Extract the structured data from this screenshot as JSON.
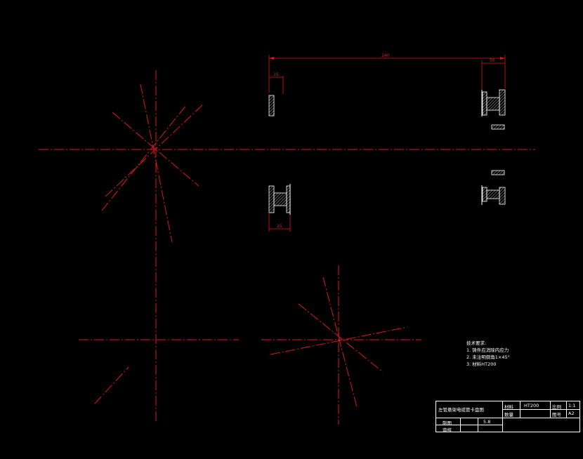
{
  "dimensions": {
    "overall": "240",
    "left_small": "15",
    "right_top": "50",
    "bottom_left": "25"
  },
  "technical_requirements": {
    "heading": "技术要求:",
    "items": [
      "1. 铸件应消除内应力",
      "2. 未注明倒角1×45°",
      "3. 材料HT200"
    ]
  },
  "title_block": {
    "drawing_title": "左管悬架电缆管卡盘图",
    "material_label": "材料",
    "material_value": "HT200",
    "quantity_label": "数量",
    "scale_label": "比例",
    "scale_value": "1:1",
    "drawing_no_label": "图号",
    "drawing_no_value": "A2",
    "drawn_by_label": "制图",
    "date_value": "5.8",
    "checked_by_label": "审核"
  },
  "colors": {
    "background": "#000000",
    "centerline": "#e0161b",
    "object": "#ffffff"
  }
}
